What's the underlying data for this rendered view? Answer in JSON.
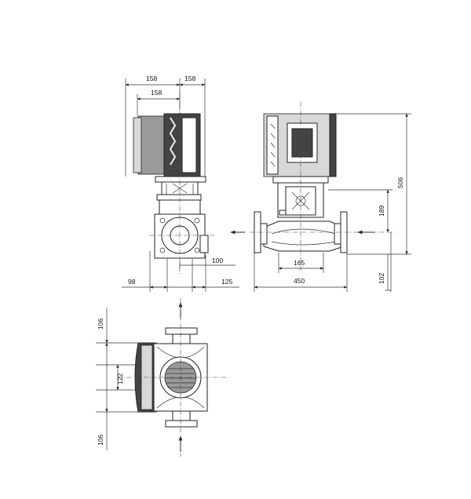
{
  "drawing": {
    "side_view": {
      "dim_top_left": "158",
      "dim_top_right": "158",
      "dim_top_inner": "158",
      "dim_right_offset": "100",
      "dim_bottom_left": "98",
      "dim_bottom_right": "125"
    },
    "front_view": {
      "dim_total_height": "506",
      "dim_port_height": "189",
      "dim_below_port": "102",
      "dim_base_width": "165",
      "dim_port_to_port": "450"
    },
    "top_view": {
      "dim_upper_clearance": "106",
      "dim_flange_width": "122",
      "dim_lower_clearance": "106"
    }
  }
}
